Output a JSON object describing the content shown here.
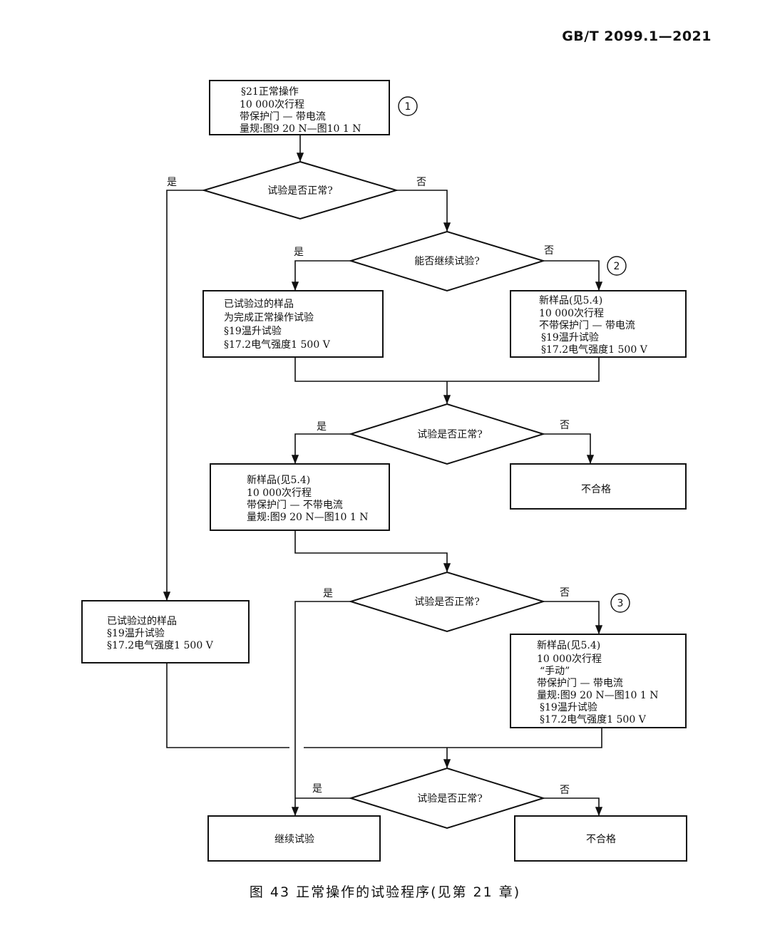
{
  "header": {
    "standard": "GB/T 2099.1—2021"
  },
  "caption": "图 43   正常操作的试验程序(见第 21 章)",
  "labels": {
    "yes": "是",
    "no": "否"
  },
  "markers": [
    "1",
    "2",
    "3"
  ],
  "boxes": {
    "b1": [
      "§21正常操作",
      "10 000次行程",
      "带保护门 — 带电流",
      "量规:图9 20 N—图10 1 N"
    ],
    "b2": [
      "已试验过的样品",
      "为完成正常操作试验",
      "§19温升试验",
      "§17.2电气强度1 500 V"
    ],
    "b3": [
      "新样品(见5.4)",
      "10 000次行程",
      "不带保护门 — 带电流",
      "§19温升试验",
      "§17.2电气强度1 500 V"
    ],
    "b4": [
      "新样品(见5.4)",
      "10 000次行程",
      "带保护门 — 不带电流",
      "量规:图9 20 N—图10 1 N"
    ],
    "b5": [
      "不合格"
    ],
    "b6": [
      "已试验过的样品",
      "§19温升试验",
      "§17.2电气强度1 500 V"
    ],
    "b7": [
      "新样品(见5.4)",
      "10 000次行程",
      "“手动”",
      "带保护门 — 带电流",
      "量规:图9 20 N—图10 1 N",
      "§19温升试验",
      "§17.2电气强度1 500 V"
    ],
    "b8": [
      "继续试验"
    ],
    "b9": [
      "不合格"
    ]
  },
  "decisions": {
    "d1": "试验是否正常?",
    "d2": "能否继续试验?",
    "d3": "试验是否正常?",
    "d4": "试验是否正常?",
    "d5": "试验是否正常?"
  }
}
